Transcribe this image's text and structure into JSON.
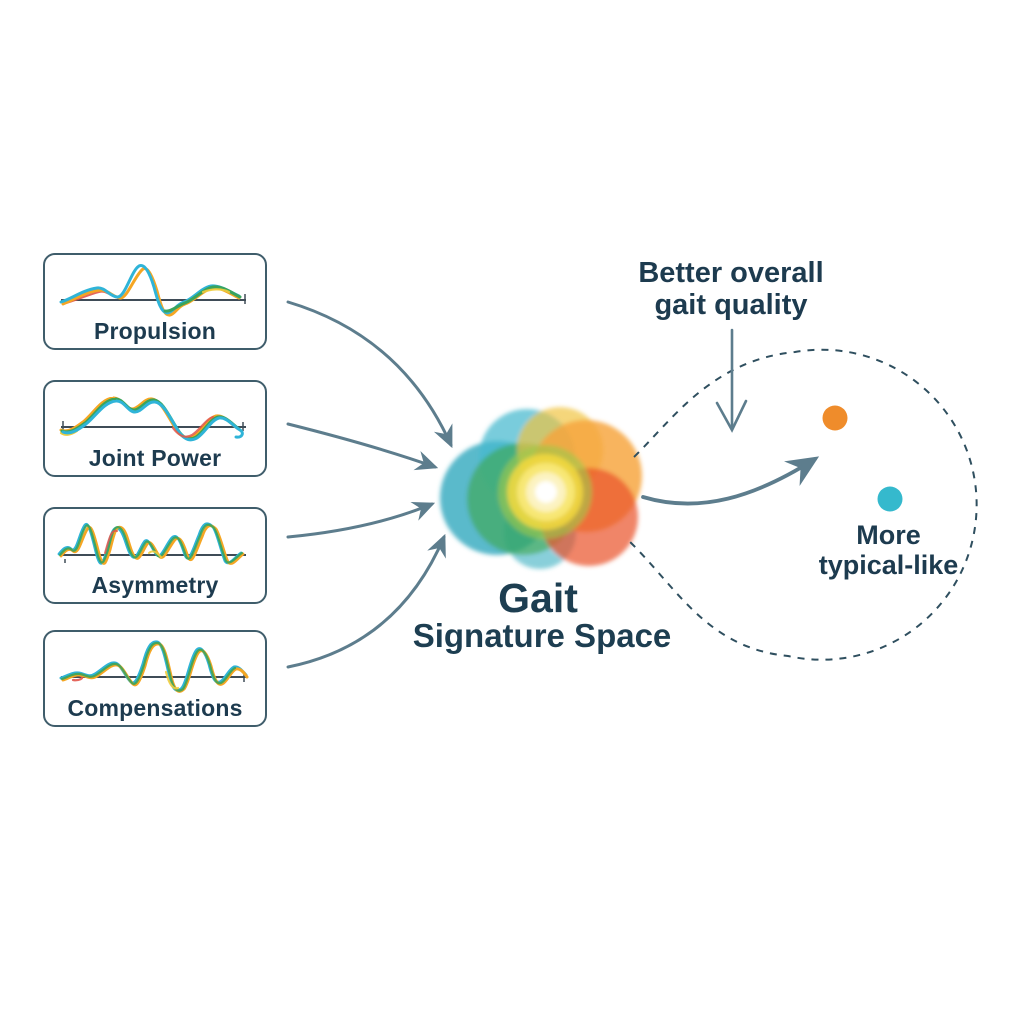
{
  "figure": {
    "inputs": [
      {
        "label": "Propulsion"
      },
      {
        "label": "Joint Power"
      },
      {
        "label": "Asymmetry"
      },
      {
        "label": "Compensations"
      }
    ],
    "hub": {
      "line1": "Gait",
      "line2": "Signature Space"
    },
    "annotation": {
      "line1": "Better overall",
      "line2": "gait quality"
    },
    "target": {
      "line1": "More",
      "line2": "typical-like"
    },
    "points": [
      {
        "name": "better-outcome-point",
        "color": "#ef8c2b"
      },
      {
        "name": "typical-outcome-point",
        "color": "#35b9cd"
      }
    ],
    "colors": {
      "arrow": "#5d7d8d",
      "dashed_outline": "#2f4f5f",
      "text": "#1d3b4f",
      "box_border": "#3f5d6b",
      "wave_cyan": "#2fb4d8",
      "wave_orange": "#f5a623",
      "wave_green": "#3aa45c",
      "wave_red": "#e2574b",
      "wave_yellow": "#f0cd3e"
    }
  }
}
